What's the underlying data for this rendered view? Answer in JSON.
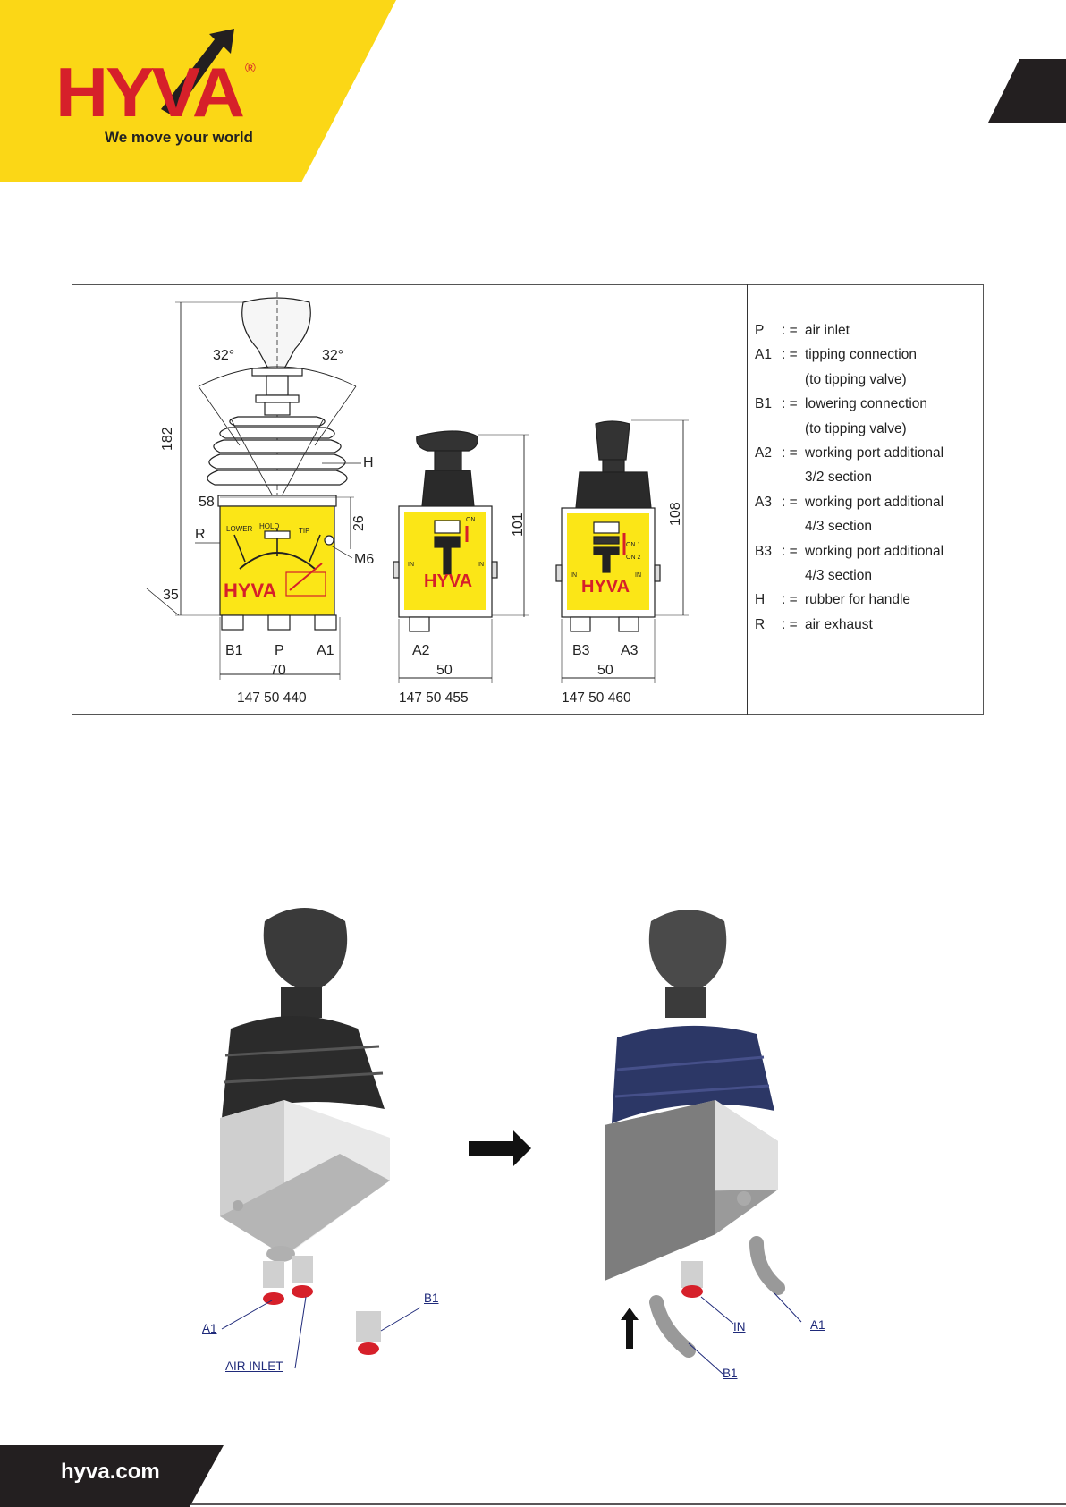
{
  "brand": {
    "logo_text": "HYVA",
    "registered_mark": "®",
    "tagline": "We move your world",
    "colors": {
      "yellow": "#fbd716",
      "red": "#d6202a",
      "dark": "#231f20",
      "label_blue": "#1f2a7a"
    }
  },
  "diagram": {
    "dims": {
      "angle_left": "32°",
      "angle_right": "32°",
      "height_main": "182",
      "dim_58": "58",
      "dim_26": "26",
      "dim_35": "35",
      "dim_101": "101",
      "dim_108": "108",
      "width_main": "70",
      "width_a2": "50",
      "width_b3": "50"
    },
    "callouts": {
      "h": "H",
      "r": "R",
      "m6": "M6"
    },
    "ports": {
      "main": [
        "B1",
        "P",
        "A1"
      ],
      "a2": [
        "A2"
      ],
      "b3": [
        "B3",
        "A3"
      ]
    },
    "part_numbers": [
      "147 50 440",
      "147 50 455",
      "147 50 460"
    ],
    "plate_text": {
      "lower": "LOWER",
      "hold": "HOLD",
      "tip": "TIP",
      "on": "ON",
      "on1": "ON 1",
      "on2": "ON 2",
      "in": "IN"
    }
  },
  "legend": [
    {
      "sym": "P",
      "eq": ": =",
      "text": "air inlet"
    },
    {
      "sym": "A1",
      "eq": ": =",
      "text": "tipping connection",
      "cont": "(to tipping valve)"
    },
    {
      "sym": "B1",
      "eq": ": =",
      "text": "lowering connection",
      "cont": "(to tipping valve)"
    },
    {
      "sym": "A2",
      "eq": ": =",
      "text": "working port additional",
      "cont": "3/2 section"
    },
    {
      "sym": "A3",
      "eq": ": =",
      "text": "working port additional",
      "cont": "4/3 section"
    },
    {
      "sym": "B3",
      "eq": ": =",
      "text": "working port additional",
      "cont": "4/3 section"
    },
    {
      "sym": "H",
      "eq": ": =",
      "text": "rubber for handle"
    },
    {
      "sym": "R",
      "eq": ": =",
      "text": "air exhaust"
    }
  ],
  "photos": {
    "left_labels": {
      "a1": "A1",
      "air_inlet": "AIR INLET",
      "b1": "B1"
    },
    "right_labels": {
      "in": "IN",
      "a1": "A1",
      "b1": "B1"
    }
  },
  "footer": {
    "website": "hyva.com"
  }
}
